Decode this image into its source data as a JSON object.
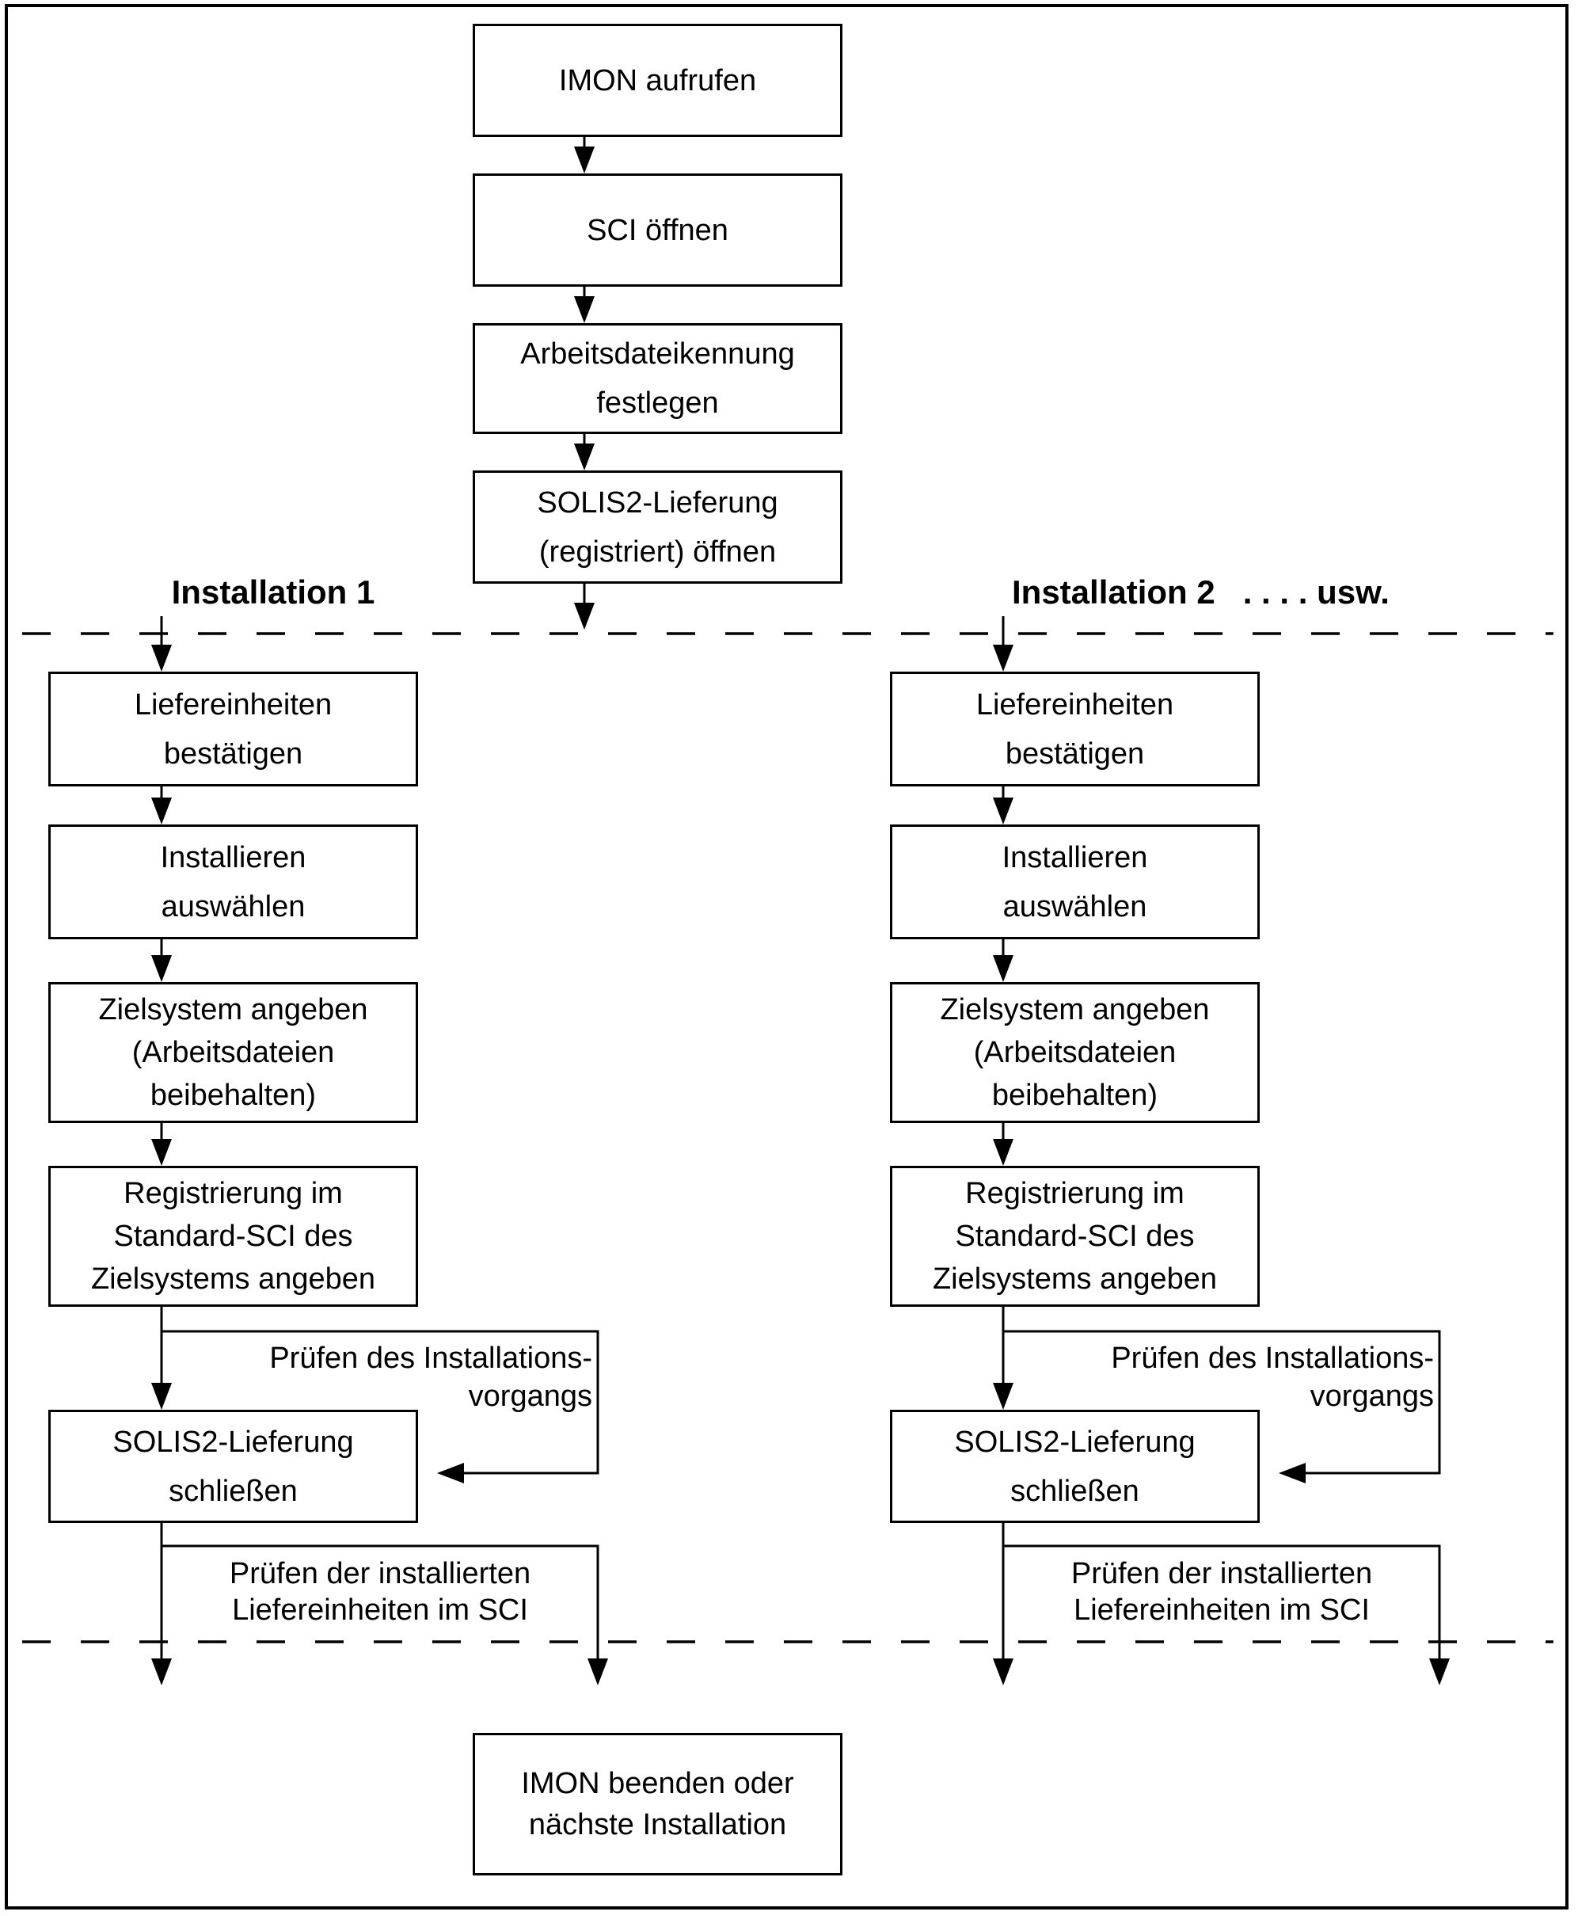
{
  "colors": {
    "line": "#000000",
    "text": "#000000",
    "background": "#ffffff"
  },
  "top_flow": [
    {
      "lines": [
        "IMON aufrufen"
      ]
    },
    {
      "lines": [
        "SCI öffnen"
      ]
    },
    {
      "lines": [
        "Arbeitsdateikennung",
        "festlegen"
      ]
    },
    {
      "lines": [
        "SOLIS2-Lieferung",
        "(registriert) öffnen"
      ]
    }
  ],
  "branch_headers": {
    "left": "Installation 1",
    "right": "Installation 2   . . . . usw."
  },
  "columns": {
    "left": {
      "boxes": [
        {
          "lines": [
            "Liefereinheiten",
            "bestätigen"
          ]
        },
        {
          "lines": [
            "Installieren",
            "auswählen"
          ]
        },
        {
          "lines": [
            "Zielsystem angeben",
            "(Arbeitsdateien",
            "beibehalten)"
          ]
        },
        {
          "lines": [
            "Registrierung im",
            "Standard-SCI des",
            "Zielsystems angeben"
          ]
        },
        {
          "lines": [
            "SOLIS2-Lieferung",
            "schließen"
          ]
        }
      ],
      "notes": [
        {
          "lines": [
            "Prüfen des Installations-",
            "vorgangs"
          ]
        },
        {
          "lines": [
            "Prüfen der installierten",
            "Liefereinheiten im SCI"
          ]
        }
      ]
    },
    "right": {
      "boxes": [
        {
          "lines": [
            "Liefereinheiten",
            "bestätigen"
          ]
        },
        {
          "lines": [
            "Installieren",
            "auswählen"
          ]
        },
        {
          "lines": [
            "Zielsystem angeben",
            "(Arbeitsdateien",
            "beibehalten)"
          ]
        },
        {
          "lines": [
            "Registrierung im",
            "Standard-SCI des",
            "Zielsystems angeben"
          ]
        },
        {
          "lines": [
            "SOLIS2-Lieferung",
            "schließen"
          ]
        }
      ],
      "notes": [
        {
          "lines": [
            "Prüfen des Installations-",
            "vorgangs"
          ]
        },
        {
          "lines": [
            "Prüfen der installierten",
            "Liefereinheiten im SCI"
          ]
        }
      ]
    }
  },
  "end_box": {
    "lines": [
      "IMON beenden oder",
      "nächste Installation"
    ]
  }
}
